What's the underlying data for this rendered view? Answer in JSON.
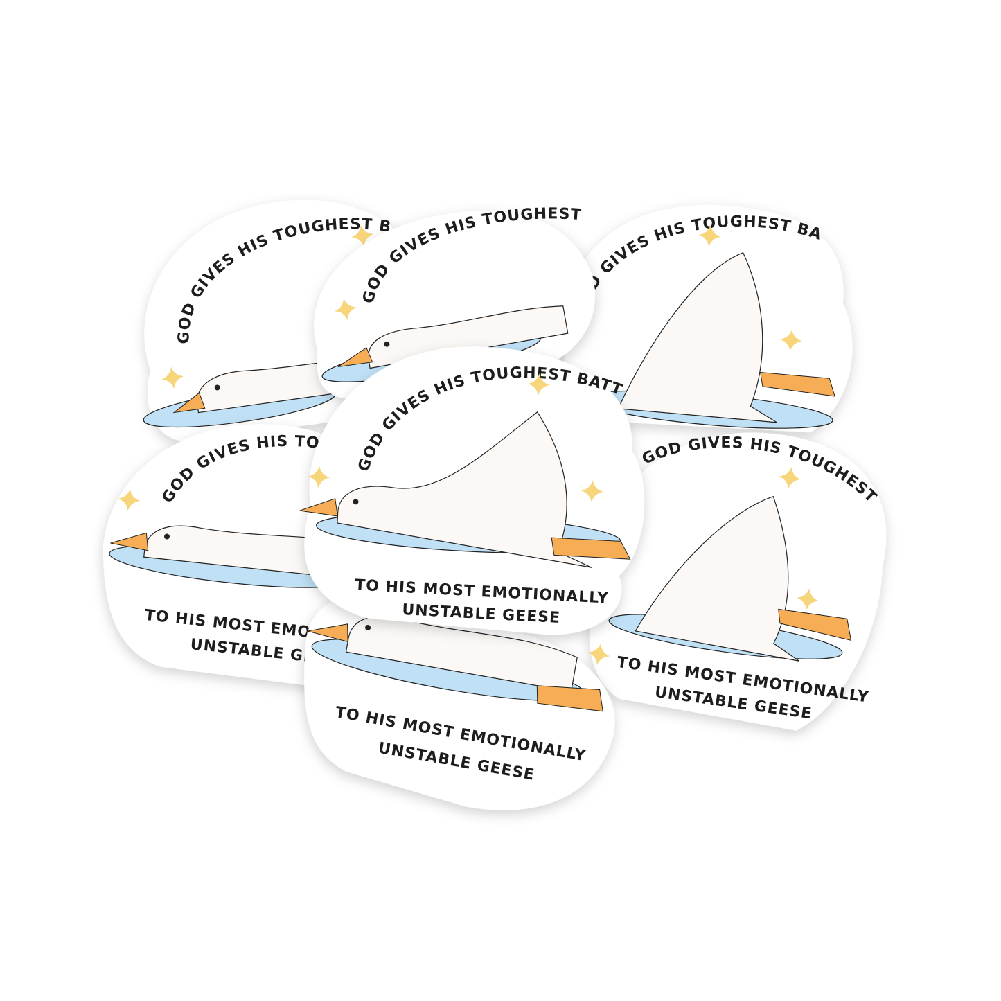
{
  "scene": {
    "background": "#ffffff",
    "subject": "pile of die-cut goose stickers"
  },
  "sticker": {
    "top_text": "GOD GIVES HIS TOUGHEST BATTLES",
    "bottom_line_1": "TO HIS MOST EMOTIONALLY",
    "bottom_line_2": "UNSTABLE GEESE",
    "colors": {
      "backing": "#ffffff",
      "water": "#bfe0f5",
      "goose": "#fbf8f5",
      "beak": "#f6ad55",
      "sparkle": "#f7d57a",
      "text": "#1d1d1d"
    }
  }
}
